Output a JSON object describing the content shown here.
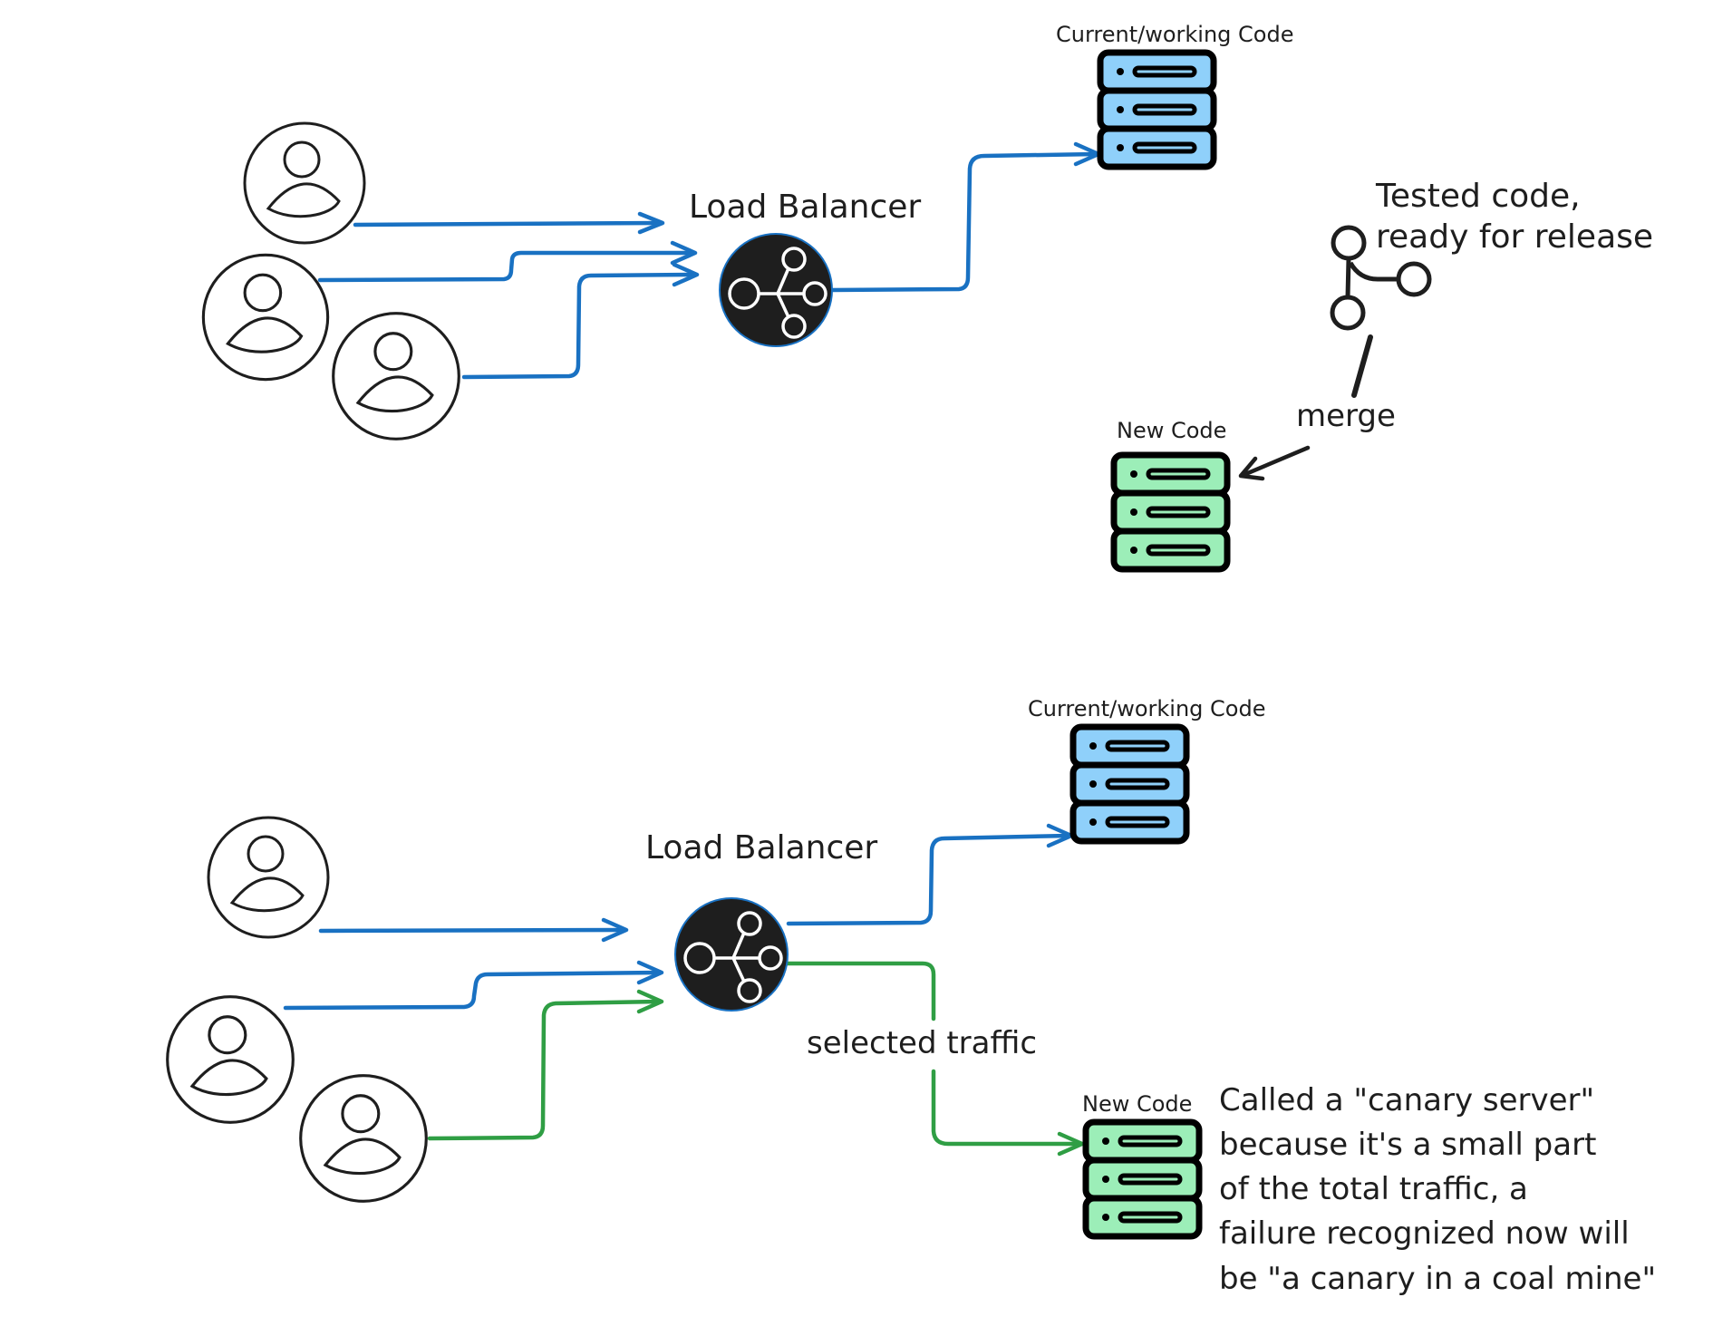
{
  "colors": {
    "background": "#ffffff",
    "ink": "#1e1e1e",
    "blue_flow": "#1971c2",
    "green_flow": "#2f9e44",
    "current_server_fill": "#8fd0fa",
    "new_server_fill": "#9ceeb8",
    "load_balancer_fill": "#1e1e1e",
    "load_balancer_rim": "#1971c2"
  },
  "icons": {
    "user": "user-icon",
    "load_balancer": "load-balancer-icon",
    "server": "server-stack-icon",
    "branch": "git-branch-icon"
  },
  "top_section": {
    "load_balancer_label": "Load Balancer",
    "current_server_label": "Current/working Code",
    "new_server_label": "New Code",
    "branch_note_line1": "Tested code,",
    "branch_note_line2": "ready for release",
    "merge_label": "merge",
    "users": [
      "user-1",
      "user-2",
      "user-3"
    ],
    "flows": [
      {
        "from": "user-1",
        "to": "load-balancer",
        "color": "blue"
      },
      {
        "from": "user-2",
        "to": "load-balancer",
        "color": "blue"
      },
      {
        "from": "user-3",
        "to": "load-balancer",
        "color": "blue"
      },
      {
        "from": "load-balancer",
        "to": "current-server",
        "color": "blue"
      },
      {
        "from": "merge",
        "to": "new-server",
        "color": "black"
      }
    ]
  },
  "bottom_section": {
    "load_balancer_label": "Load Balancer",
    "current_server_label": "Current/working Code",
    "new_server_label": "New Code",
    "selected_traffic_label": "selected traffic",
    "canary_note": [
      "Called a \"canary server\"",
      "because it's a small part",
      "of the total traffic, a",
      "failure recognized now will",
      "be \"a canary in a coal mine\""
    ],
    "users": [
      "user-1",
      "user-2",
      "user-3"
    ],
    "flows": [
      {
        "from": "user-1",
        "to": "load-balancer",
        "color": "blue"
      },
      {
        "from": "user-2",
        "to": "load-balancer",
        "color": "blue"
      },
      {
        "from": "user-3",
        "to": "load-balancer",
        "color": "green"
      },
      {
        "from": "load-balancer",
        "to": "current-server",
        "color": "blue"
      },
      {
        "from": "load-balancer",
        "to": "new-server",
        "color": "green",
        "label": "selected traffic"
      }
    ]
  }
}
